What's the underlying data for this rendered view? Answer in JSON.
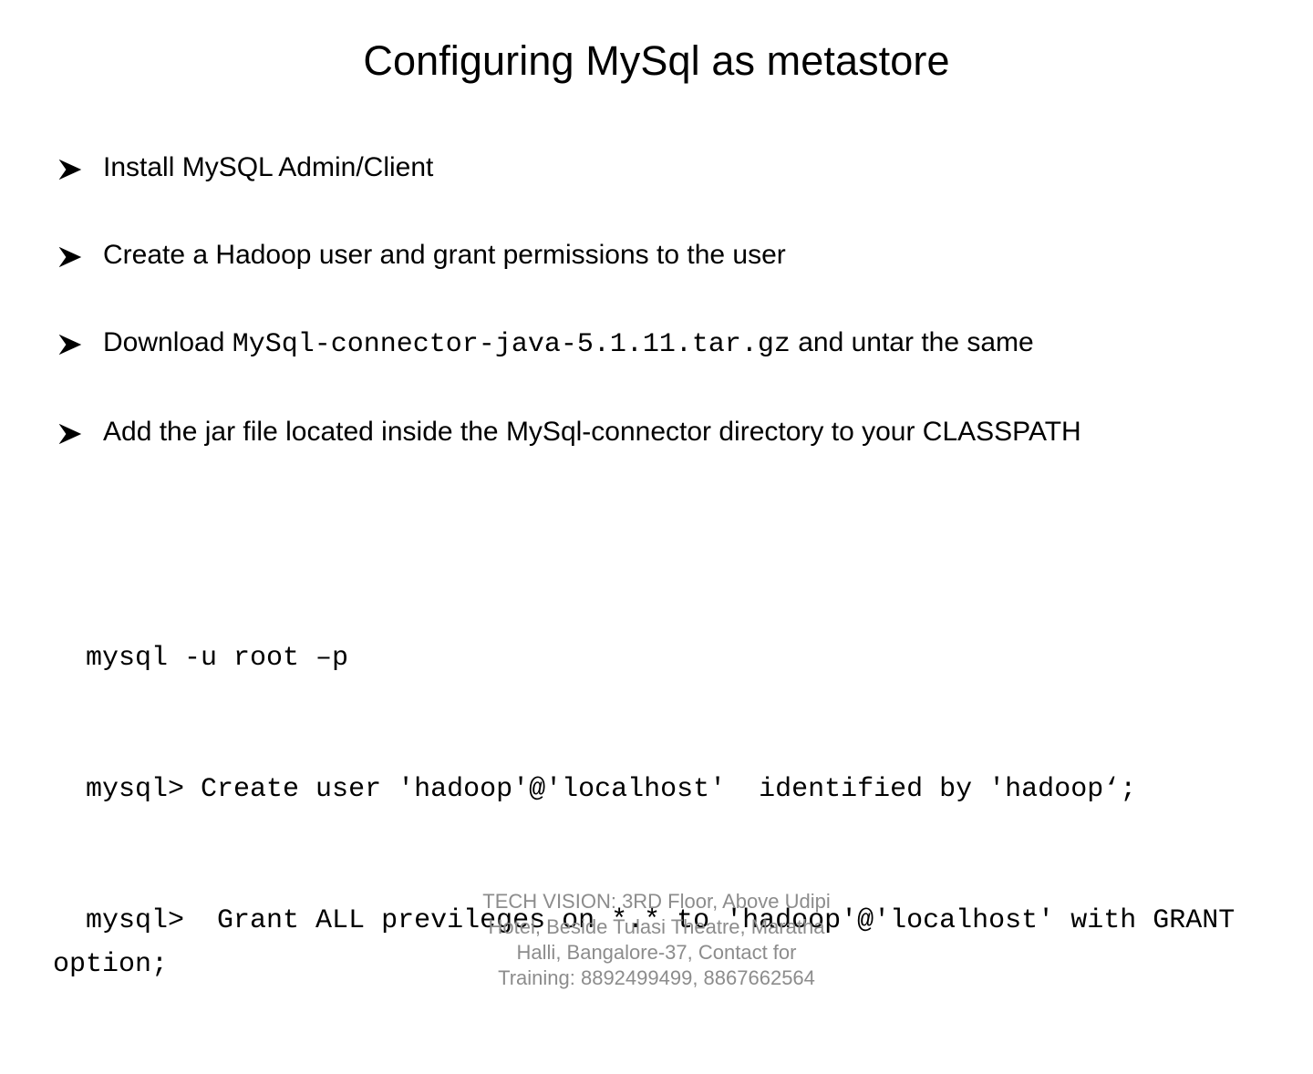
{
  "slide": {
    "title": "Configuring MySql as metastore",
    "bullets": [
      {
        "marker": "arrowhead-bullet",
        "text": "Install MySQL Admin/Client"
      },
      {
        "marker": "arrowhead-bullet",
        "text": "Create a Hadoop user and grant permissions to the user"
      },
      {
        "marker": "arrowhead-bullet",
        "text_before": "Download ",
        "text_mono": "MySql-connector-java-5.1.11.tar.gz",
        "text_after": " and untar the same"
      },
      {
        "marker": "arrowhead-bullet",
        "text": "Add the jar file located inside the MySql-connector directory to your CLASSPATH"
      }
    ],
    "code_block": [
      "  mysql -u root –p",
      "  mysql> Create user 'hadoop'@'localhost'  identified by 'hadoop‘;",
      "  mysql>  Grant ALL previleges on *.* to 'hadoop'@'localhost' with GRANT option;"
    ],
    "footer": [
      "TECH VISION: 3RD Floor, Above Udipi",
      "Hotel, Beside Tulasi Theatre, Maratha",
      "Halli, Bangalore-37, Contact for",
      "Training: 8892499499, 8867662564"
    ]
  },
  "colors": {
    "background": "#ffffff",
    "text": "#000000",
    "footer_text": "#8c8c8c"
  }
}
